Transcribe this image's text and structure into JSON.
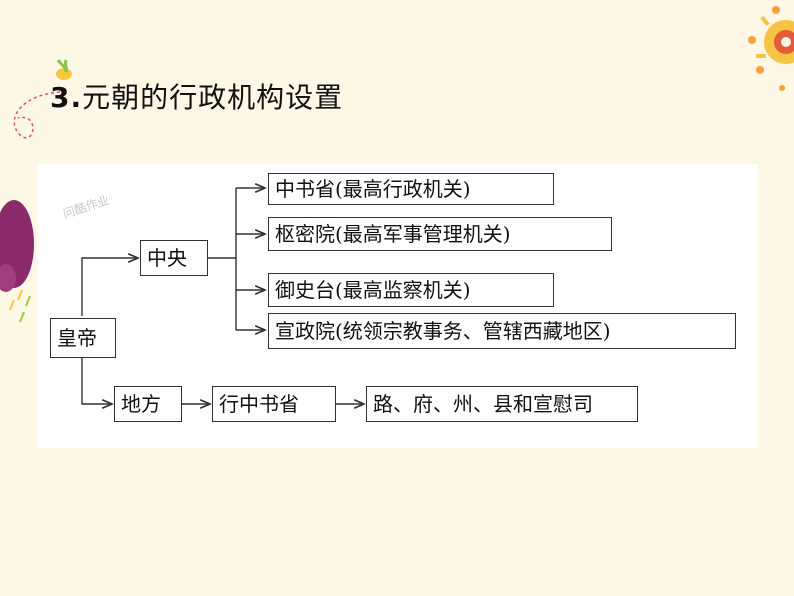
{
  "title": {
    "number": "3.",
    "text": "元朝的行政机构设置"
  },
  "watermark": "问酷作业",
  "diagram": {
    "root": "皇帝",
    "central": "中央",
    "central_items": [
      "中书省(最高行政机关)",
      "枢密院(最高军事管理机关)",
      "御史台(最高监察机关)",
      "宣政院(统领宗教事务、管辖西藏地区)"
    ],
    "local": "地方",
    "local_chain": [
      "行中书省",
      "路、府、州、县和宣慰司"
    ]
  },
  "colors": {
    "background": "#fdf7e6",
    "panel": "#ffffff",
    "line": "#333333"
  }
}
